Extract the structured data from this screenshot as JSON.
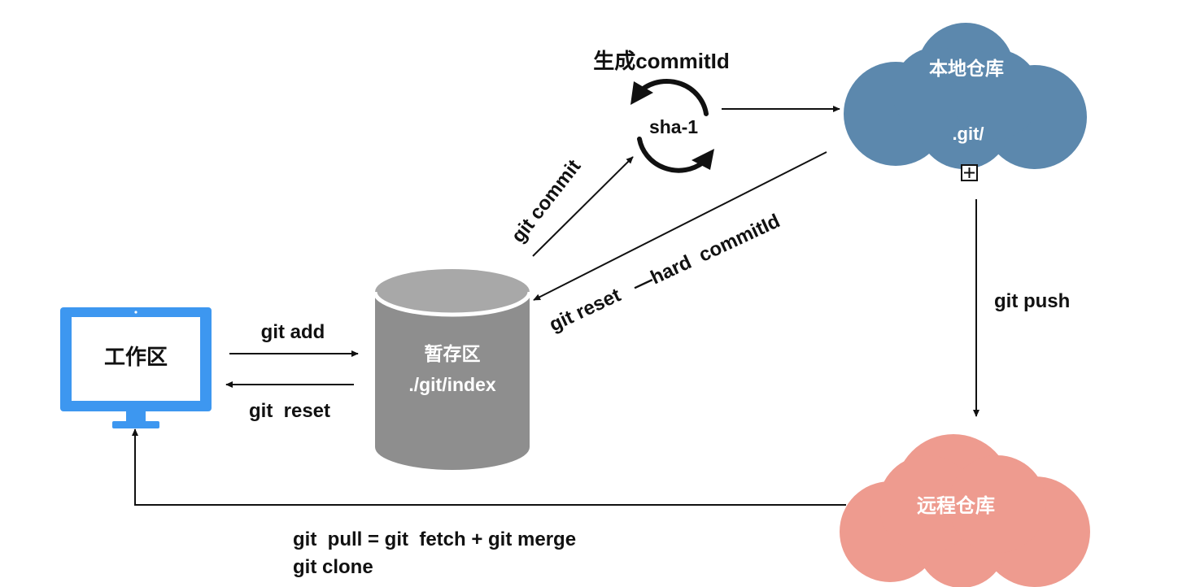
{
  "nodes": {
    "workspace": {
      "label": "工作区",
      "color": "#3d97f0"
    },
    "staging": {
      "label": "暂存区",
      "path": "./git/index",
      "color": "#8e8e8e"
    },
    "local_repo": {
      "label": "本地仓库",
      "path": ".git/",
      "color": "#5c88ad"
    },
    "remote_repo": {
      "label": "远程仓库",
      "color": "#ee9b8f"
    },
    "hash": {
      "title": "生成commitId",
      "label": "sha-1"
    }
  },
  "edges": {
    "git_add": "git add",
    "git_reset": "git  reset",
    "git_commit": "git commit",
    "git_reset_hard": "git reset   —hard  commitId",
    "git_push": "git push",
    "git_pull": "git  pull = git  fetch + git merge",
    "git_clone": "git clone"
  },
  "colors": {
    "arrow": "#111111",
    "text": "#111111"
  },
  "icons": {
    "expand": "plus-square-icon",
    "cycle": "sync-arrows-icon",
    "monitor": "monitor-icon",
    "cylinder": "database-icon",
    "cloud": "cloud-icon"
  }
}
